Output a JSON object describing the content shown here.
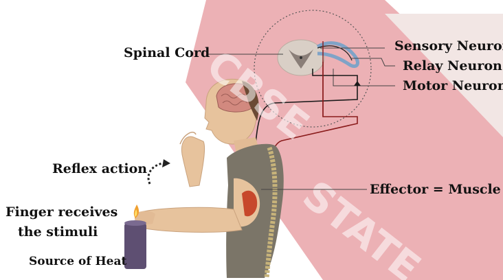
{
  "labels": {
    "spinal_cord": "Spinal Cord",
    "sensory_neuron": "Sensory Neuron",
    "relay_neuron": "Relay Neuron",
    "motor_neuron": "Motor Neuron",
    "reflex_action": "Reflex action",
    "effector": "Effector = Muscle",
    "finger_stimuli_line1": "Finger receives",
    "finger_stimuli_line2": "the stimuli",
    "source_of_heat": "Source of Heat"
  },
  "watermark": {
    "line1": "CBSE",
    "line2": "STATE"
  },
  "colors": {
    "band": "#e6a0a6",
    "band_light": "#f6e8e6",
    "neuron": "#222222",
    "neuron_red": "#8a1c1c",
    "skin": "#e9c7a3",
    "shirt": "#7b7568",
    "candle": "#5e4f72",
    "sensory_blue": "#7fa3c7"
  },
  "icons": [
    "dashed-circle",
    "curved-arrow-icon",
    "flame-icon"
  ]
}
